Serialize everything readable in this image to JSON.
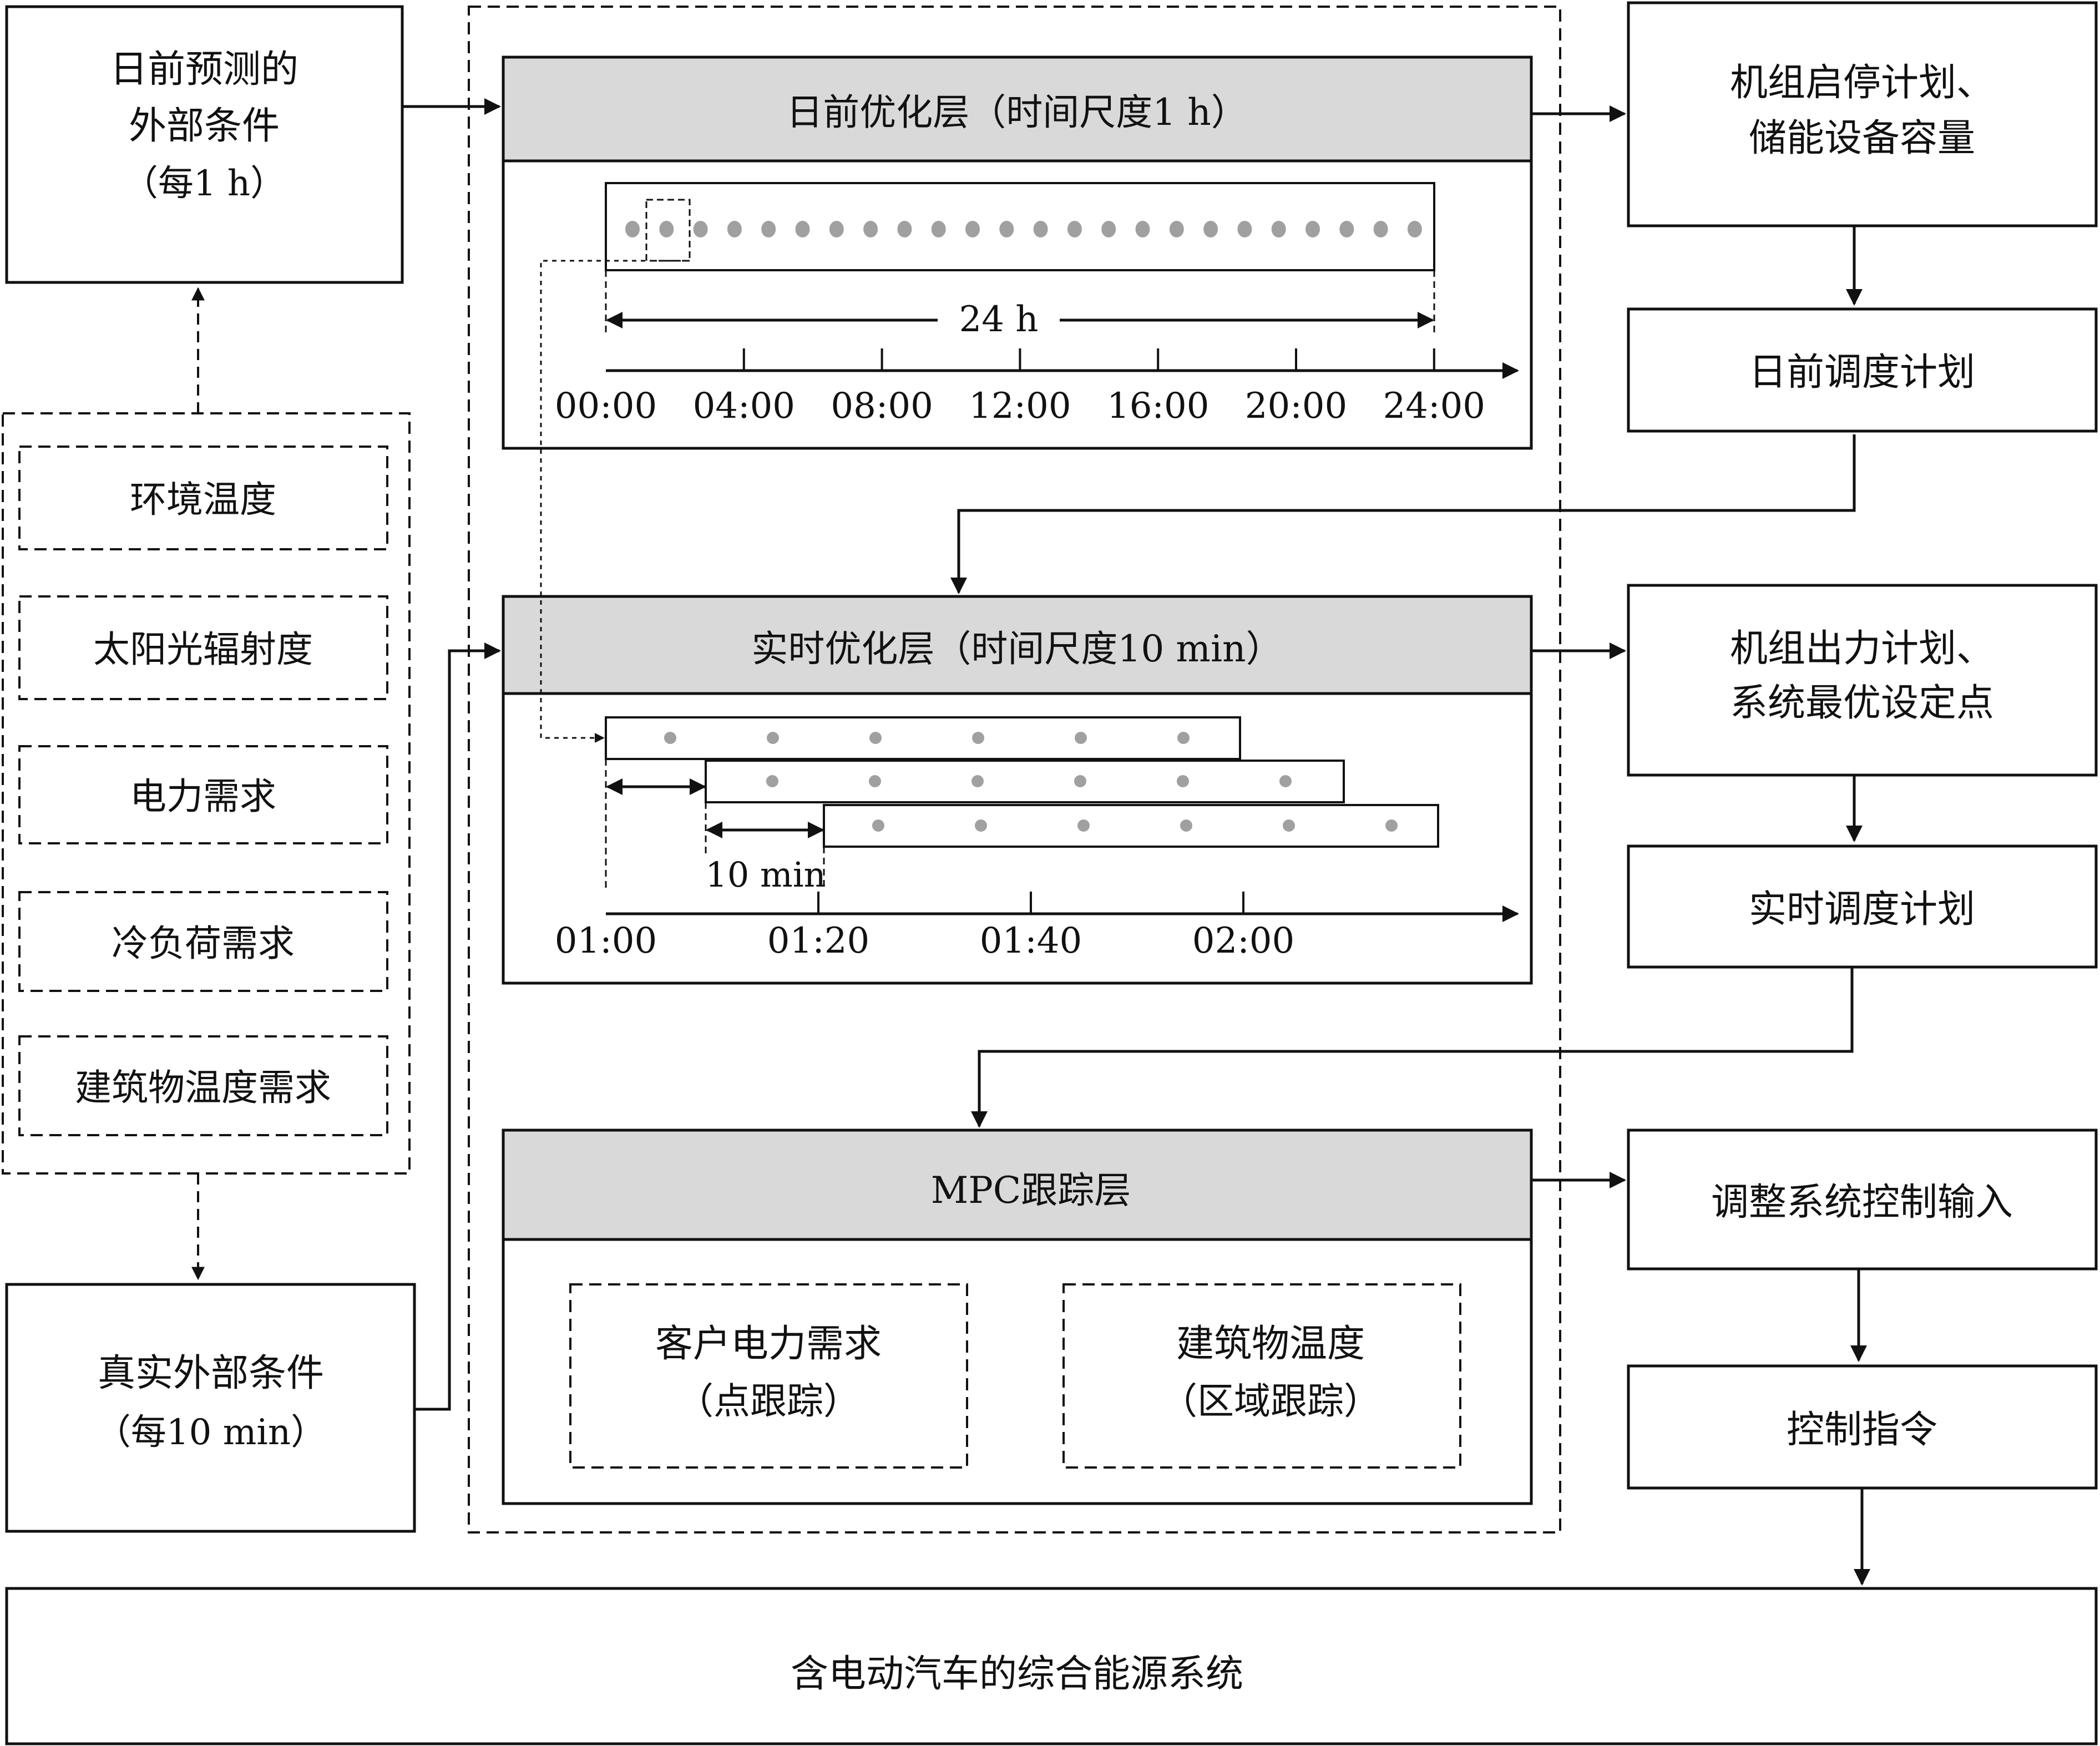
{
  "inputs": {
    "forecast": {
      "line1": "日前预测的",
      "line2": "外部条件",
      "line3": "（每1 h）"
    },
    "real": {
      "line1": "真实外部条件",
      "line2": "（每10 min）"
    },
    "factors": [
      "环境温度",
      "太阳光辐射度",
      "电力需求",
      "冷负荷需求",
      "建筑物温度需求"
    ]
  },
  "day_ahead": {
    "title": "日前优化层（时间尺度1 h）",
    "span_label": "24 h",
    "ticks": [
      "00:00",
      "04:00",
      "08:00",
      "12:00",
      "16:00",
      "20:00",
      "24:00"
    ]
  },
  "real_time": {
    "title": "实时优化层（时间尺度10 min）",
    "step_label": "10 min",
    "ticks": [
      "01:00",
      "01:20",
      "01:40",
      "02:00"
    ]
  },
  "mpc": {
    "title": "MPC跟踪层",
    "item1": {
      "line1": "客户电力需求",
      "line2": "（点跟踪）"
    },
    "item2": {
      "line1": "建筑物温度",
      "line2": "（区域跟踪）"
    }
  },
  "outputs": {
    "unit_plan": {
      "line1": "机组启停计划、",
      "line2": "储能设备容量"
    },
    "day_schedule": "日前调度计划",
    "output_plan": {
      "line1": "机组出力计划、",
      "line2": "系统最优设定点"
    },
    "rt_schedule": "实时调度计划",
    "adjust": "调整系统控制输入",
    "command": "控制指令"
  },
  "system": "含电动汽车的综合能源系统"
}
